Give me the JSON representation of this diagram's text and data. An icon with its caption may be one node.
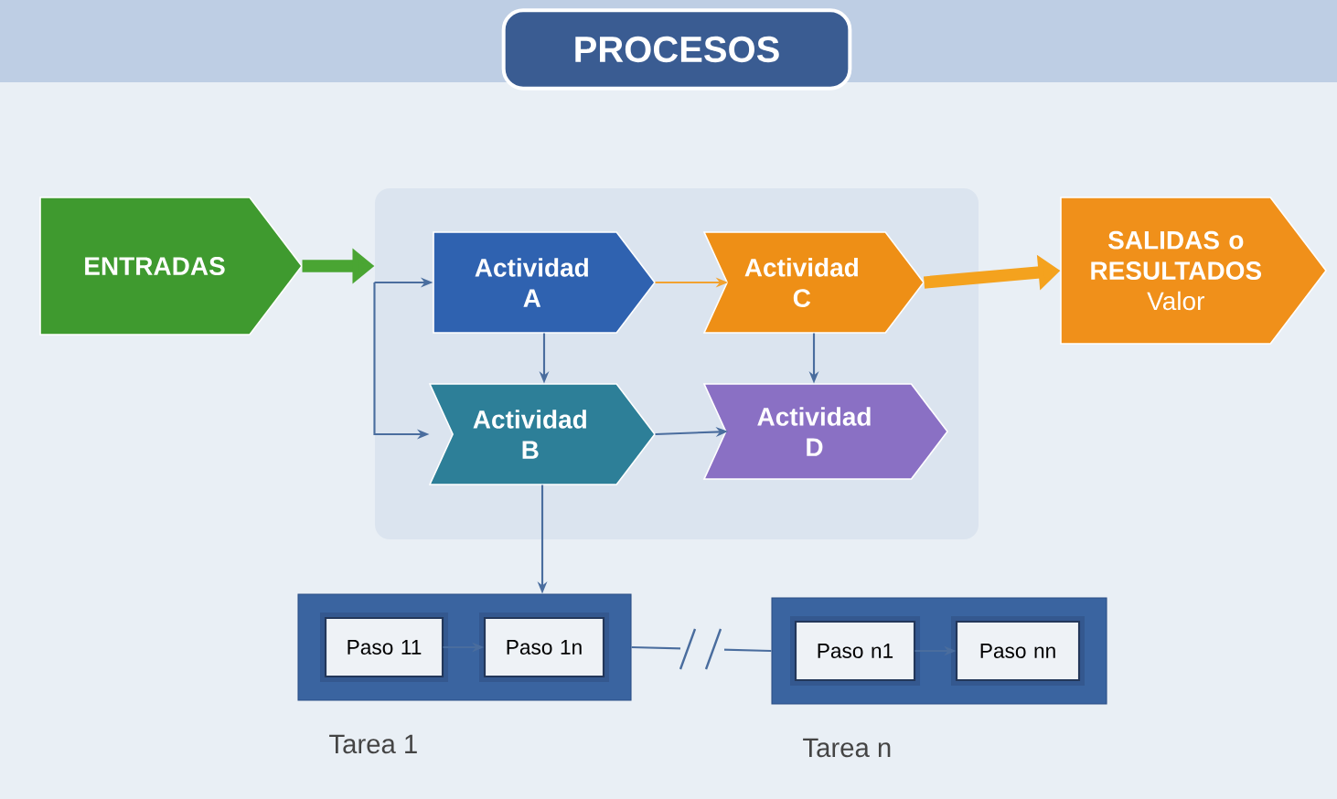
{
  "diagram": {
    "title": "PROCESOS",
    "nodes": [
      {
        "text": [
          "ENTRADAS"
        ]
      },
      {
        "text": [],
        "shape": "box"
      },
      {
        "text": [
          "Actividad A"
        ],
        "in": 1
      },
      {
        "text": [
          "Actividad C"
        ],
        "in": 1
      },
      {
        "text": [
          "Actividad B"
        ],
        "in": 1
      },
      {
        "text": [
          "Actividad D"
        ],
        "in": 1
      },
      {
        "text": [
          "SALIDAS o RESULTADOS",
          "Valor"
        ]
      },
      {
        "text": [
          "Tarea 1"
        ]
      },
      {
        "text": [
          "Paso 11"
        ],
        "in": 7
      },
      {
        "text": [
          "Paso 1n"
        ],
        "in": 7
      },
      {
        "text": [
          "Tarea n"
        ]
      },
      {
        "text": [
          "Paso n1"
        ],
        "in": 10
      },
      {
        "text": [
          "Paso nn"
        ],
        "in": 10
      }
    ],
    "edges": [
      {
        "from": 0,
        "to": 1,
        "arrow": "to",
        "style": "thick",
        "color": "#4aa533"
      },
      {
        "from": 1,
        "to": 2,
        "arrow": "to"
      },
      {
        "from": 1,
        "to": 4,
        "arrow": "to"
      },
      {
        "from": 2,
        "to": 3,
        "arrow": "to",
        "color": "#f2a230"
      },
      {
        "from": 2,
        "to": 4,
        "arrow": "to"
      },
      {
        "from": 3,
        "to": 5,
        "arrow": "to"
      },
      {
        "from": 4,
        "to": 5,
        "arrow": "to"
      },
      {
        "from": 3,
        "to": 6,
        "arrow": "to",
        "style": "thick",
        "color": "#f4a21e"
      },
      {
        "from": 4,
        "to": 7,
        "arrow": "to"
      },
      {
        "from": 8,
        "to": 9,
        "arrow": "to"
      },
      {
        "from": 11,
        "to": 12,
        "arrow": "to"
      },
      {
        "from": 7,
        "to": 10,
        "arrow": "none"
      }
    ]
  }
}
